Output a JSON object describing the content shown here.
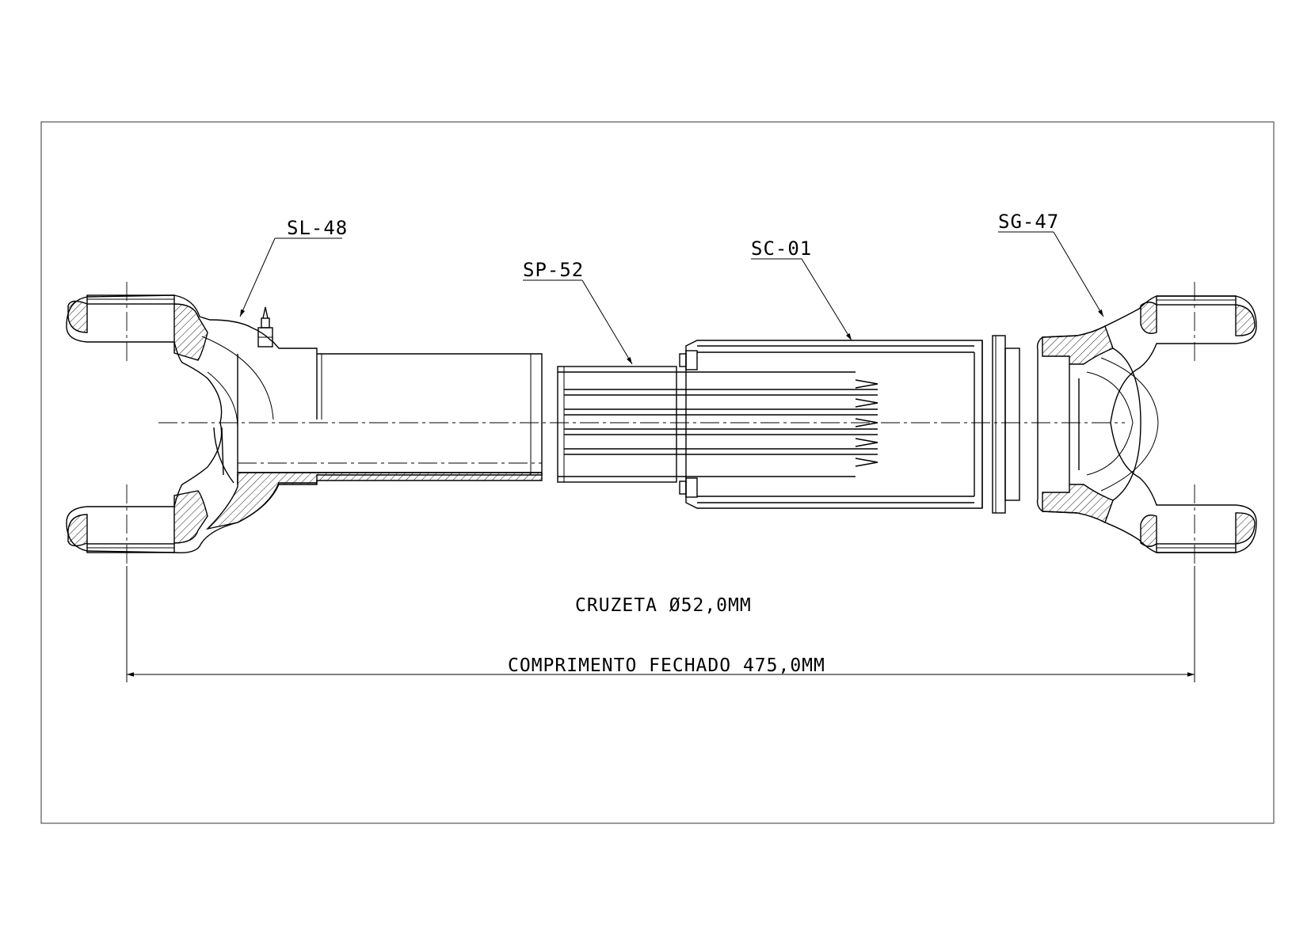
{
  "labels": {
    "slip_yoke": "SL-48",
    "spline_shaft": "SP-52",
    "slip_sleeve": "SC-01",
    "end_yoke": "SG-47"
  },
  "notes": {
    "cross": "CRUZETA Ø52,0MM",
    "closed_length": "COMPRIMENTO FECHADO 475,0MM"
  }
}
